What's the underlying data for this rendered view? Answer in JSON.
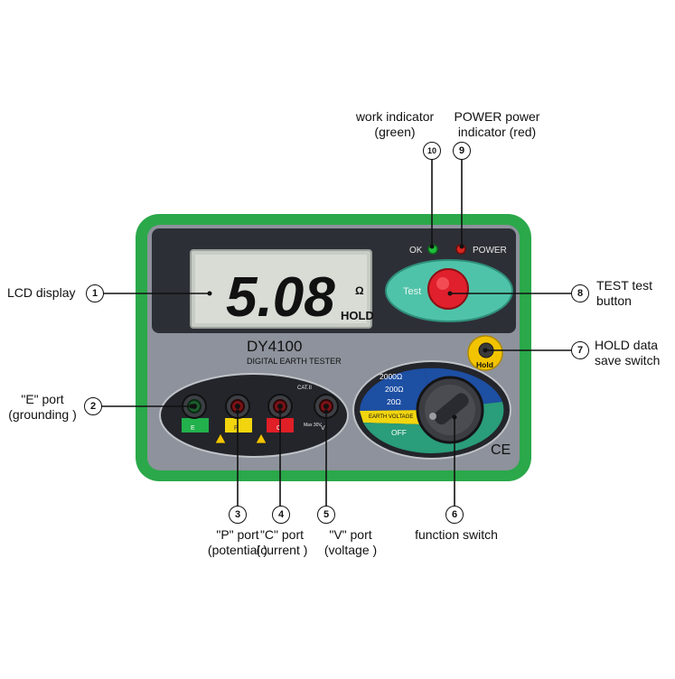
{
  "device": {
    "model": "DY4100",
    "subtitle": "DIGITAL EARTH TESTER",
    "lcd_reading": "5.08",
    "lcd_unit": "Ω",
    "lcd_hold": "HOLD",
    "ok_label": "OK",
    "power_label": "POWER",
    "test_label": "Test",
    "hold_button_label": "Hold",
    "cat_label": "CAT.II",
    "max_label": "Max 30V",
    "ce_mark": "CE",
    "port_letters": [
      "E",
      "P",
      "C",
      "V"
    ],
    "dial_positions": [
      "2000Ω",
      "200Ω",
      "20Ω",
      "EARTH VOLTAGE",
      "OFF"
    ]
  },
  "callouts": [
    {
      "n": "1",
      "lines": [
        "LCD display"
      ]
    },
    {
      "n": "2",
      "lines": [
        "\"E\" port",
        "(grounding )"
      ]
    },
    {
      "n": "3",
      "lines": [
        "\"P\" port",
        "(potential )"
      ]
    },
    {
      "n": "4",
      "lines": [
        "\"C\" port",
        "(current )"
      ]
    },
    {
      "n": "5",
      "lines": [
        "\"V\" port",
        "(voltage )"
      ]
    },
    {
      "n": "6",
      "lines": [
        "function switch"
      ]
    },
    {
      "n": "7",
      "lines": [
        "HOLD data",
        "save switch"
      ]
    },
    {
      "n": "8",
      "lines": [
        "TEST test",
        "button"
      ]
    },
    {
      "n": "9",
      "lines": [
        "POWER power",
        "indicator (red)"
      ]
    },
    {
      "n": "10",
      "lines": [
        "work indicator",
        "(green)"
      ]
    }
  ],
  "colors": {
    "housing_green": "#2aa84a",
    "panel_gray": "#8d929c",
    "panel_dark": "#2d2f36",
    "lcd_bg": "#d8dcd5",
    "dial_blue": "#1d4fa3",
    "test_red": "#e0202c",
    "hold_yellow": "#f2c400"
  }
}
